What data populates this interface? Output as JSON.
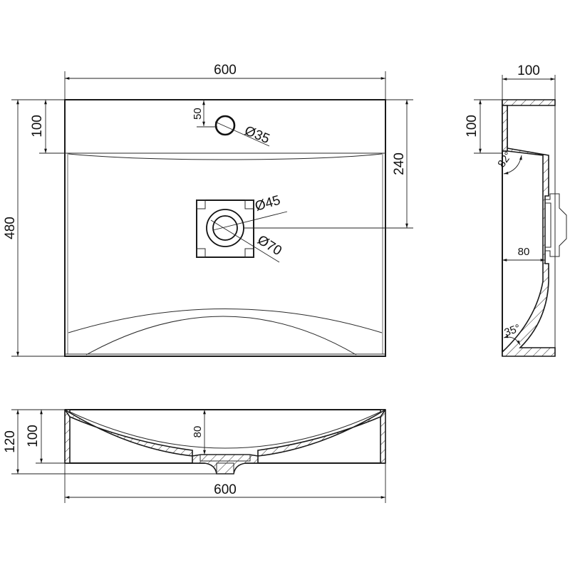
{
  "drawing": {
    "subject": "washbasin dimension drawing",
    "units": "mm",
    "colors": {
      "line": "#1a1a1a",
      "background": "#ffffff"
    }
  },
  "top_view": {
    "width_label": "600",
    "height_label": "480",
    "rim_depth_label": "100",
    "tap_hole_offset_label": "50",
    "tap_hole_diameter_label": "Ø35",
    "drain_inner_diameter_label": "Ø45",
    "drain_outer_diameter_label": "Ø70",
    "drain_position_label": "240"
  },
  "side_view": {
    "width_label": "100",
    "rim_depth_label": "100",
    "top_angle_label": "82°",
    "bowl_depth_label": "80",
    "bottom_angle_label": "35°"
  },
  "front_view": {
    "width_label": "600",
    "total_height_label": "120",
    "body_height_label": "100",
    "bowl_depth_label": "80"
  }
}
